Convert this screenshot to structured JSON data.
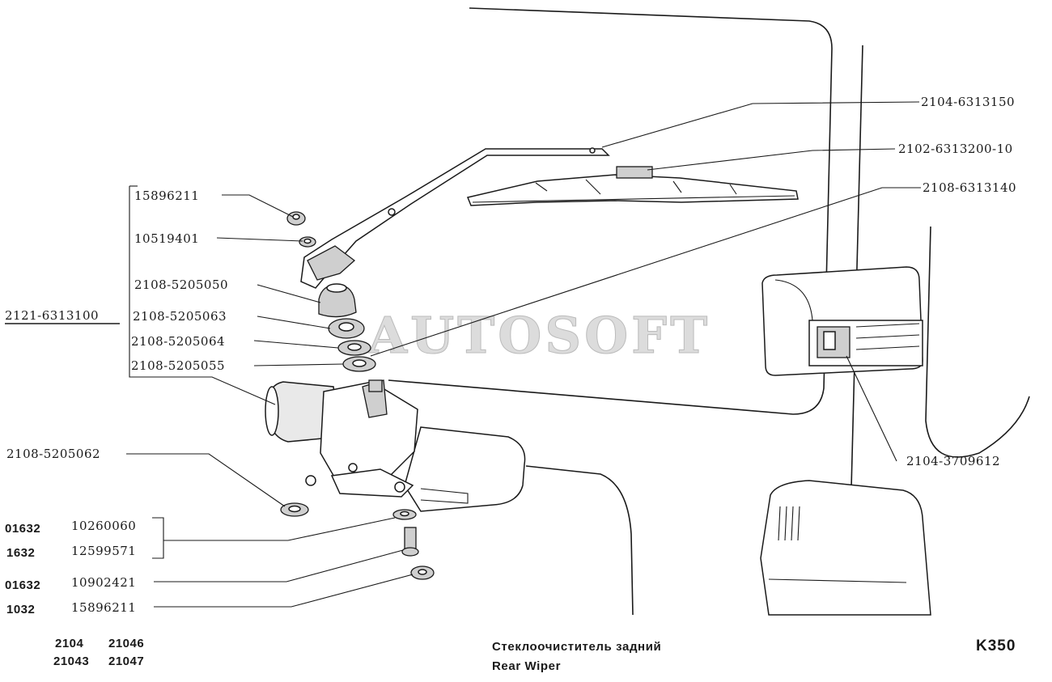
{
  "watermark": "AUTOSOFT",
  "parts": {
    "wiper_arm": "2104-6313150",
    "wiper_blade": "2102-6313200-10",
    "rear_wiper_assembly_link": "2108-6313140",
    "nut_top": "15896211",
    "washer_top": "10519401",
    "cap": "2108-5205050",
    "spacer": "2108-5205063",
    "gasket": "2108-5205064",
    "bushing": "2108-5205055",
    "wiper_assembly": "2121-6313100",
    "mount_pad": "2108-5205062",
    "switch": "2104-3709612"
  },
  "fasteners": [
    {
      "variant": "01632",
      "number": "10260060"
    },
    {
      "variant": "1632",
      "number": "12599571"
    },
    {
      "variant": "01632",
      "number": "10902421"
    },
    {
      "variant": "1032",
      "number": "15896211"
    }
  ],
  "models": {
    "row1": [
      "2104",
      "21046"
    ],
    "row2": [
      "21043",
      "21047"
    ]
  },
  "title": {
    "ru": "Стеклоочиститель задний",
    "en": "Rear Wiper"
  },
  "sheet_code": "K350"
}
